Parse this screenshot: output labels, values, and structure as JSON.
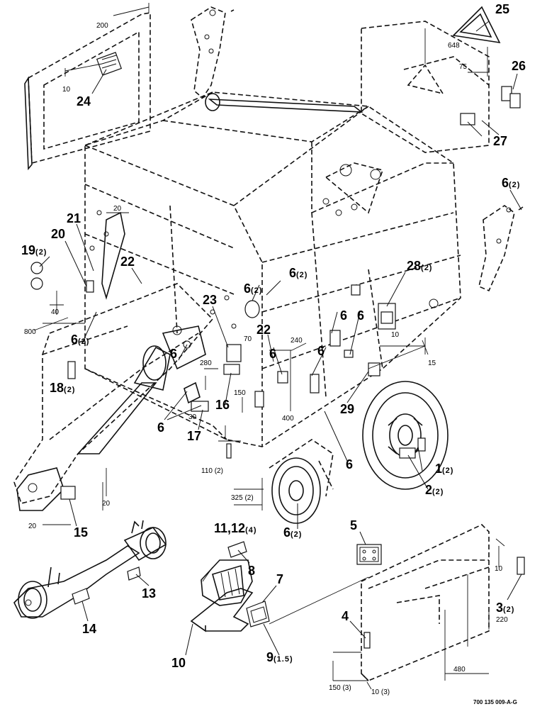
{
  "callouts": [
    {
      "num": "25",
      "qty": ""
    },
    {
      "num": "26",
      "qty": ""
    },
    {
      "num": "27",
      "qty": ""
    },
    {
      "num": "24",
      "qty": ""
    },
    {
      "num": "6",
      "qty": "(2)"
    },
    {
      "num": "21",
      "qty": ""
    },
    {
      "num": "20",
      "qty": ""
    },
    {
      "num": "19",
      "qty": "(2)"
    },
    {
      "num": "22",
      "qty": ""
    },
    {
      "num": "23",
      "qty": ""
    },
    {
      "num": "6",
      "qty": "(2)"
    },
    {
      "num": "6",
      "qty": "(2)"
    },
    {
      "num": "28",
      "qty": "(2)"
    },
    {
      "num": "6",
      "qty": "(2)"
    },
    {
      "num": "18",
      "qty": "(2)"
    },
    {
      "num": "22",
      "qty": ""
    },
    {
      "num": "6",
      "qty": ""
    },
    {
      "num": "6",
      "qty": ""
    },
    {
      "num": "6",
      "qty": ""
    },
    {
      "num": "6",
      "qty": ""
    },
    {
      "num": "6",
      "qty": ""
    },
    {
      "num": "16",
      "qty": ""
    },
    {
      "num": "17",
      "qty": ""
    },
    {
      "num": "29",
      "qty": ""
    },
    {
      "num": "6",
      "qty": ""
    },
    {
      "num": "6",
      "qty": ""
    },
    {
      "num": "1",
      "qty": "(2)"
    },
    {
      "num": "2",
      "qty": "(2)"
    },
    {
      "num": "15",
      "qty": ""
    },
    {
      "num": "6",
      "qty": "(2)"
    },
    {
      "num": "11,12",
      "qty": "(4)"
    },
    {
      "num": "5",
      "qty": ""
    },
    {
      "num": "8",
      "qty": ""
    },
    {
      "num": "7",
      "qty": ""
    },
    {
      "num": "13",
      "qty": ""
    },
    {
      "num": "14",
      "qty": ""
    },
    {
      "num": "10",
      "qty": ""
    },
    {
      "num": "9",
      "qty": "(1.5)"
    },
    {
      "num": "4",
      "qty": ""
    },
    {
      "num": "3",
      "qty": "(2)"
    }
  ],
  "dimensions": [
    "200",
    "648",
    "75",
    "10",
    "20",
    "40",
    "800",
    "70",
    "240",
    "280",
    "150",
    "30",
    "400",
    "10",
    "15",
    "110 (2)",
    "325 (2)",
    "20",
    "20",
    "10",
    "220",
    "480",
    "150 (3)",
    "10 (3)"
  ],
  "drawing_code": "700 135 009-A-G"
}
